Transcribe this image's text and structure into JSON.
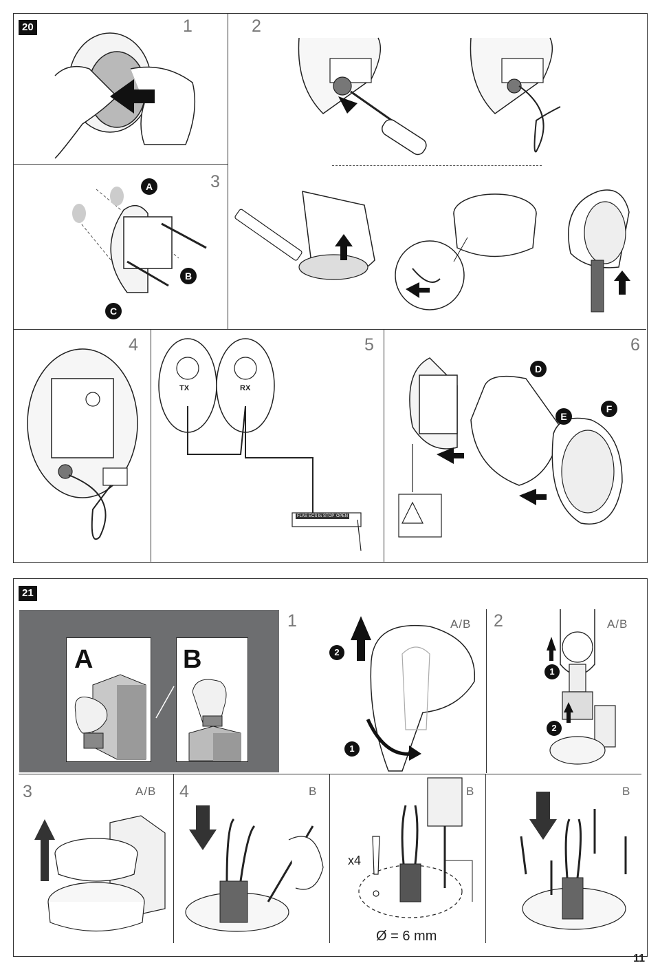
{
  "figure20": {
    "badge": "20",
    "steps": [
      "1",
      "2",
      "3",
      "4",
      "5",
      "6"
    ],
    "callouts": [
      "A",
      "B",
      "C",
      "D",
      "E",
      "F"
    ],
    "rx_label": "RX",
    "tx_label": "TX",
    "terminals": [
      "FLASH",
      "ECS bus",
      "STOP",
      "OPEN"
    ]
  },
  "figure21": {
    "badge": "21",
    "variant_a": "A",
    "variant_b": "B",
    "steps": [
      "1",
      "2",
      "3",
      "4"
    ],
    "ab_label": "A/B",
    "b_label": "B",
    "order_1": "1",
    "order_2": "2",
    "x4": "x4",
    "diameter": "Ø = 6 mm"
  },
  "page_number": "11"
}
